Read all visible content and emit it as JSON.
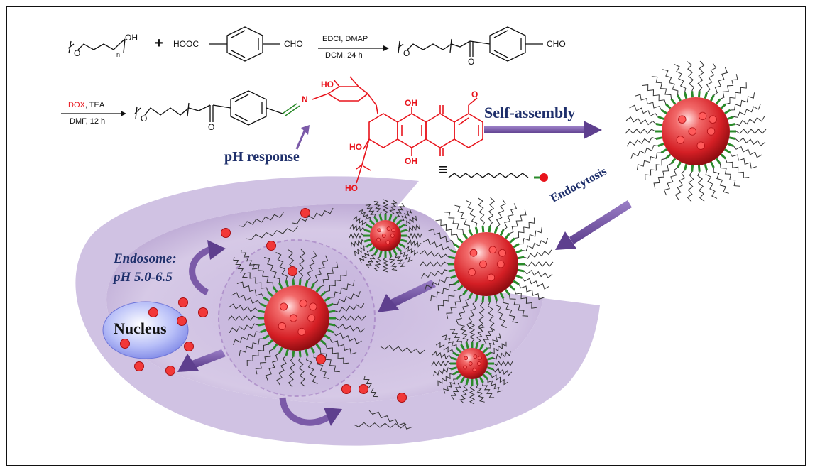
{
  "reaction1": {
    "peg_end_group": "OH",
    "peg_repeat": "n",
    "oxygen": "O",
    "plus": "+",
    "acid_group": "HOOC",
    "aldehyde_group": "CHO",
    "conditions_top": "EDCI, DMAP",
    "conditions_bottom": "DCM, 24 h",
    "product_ester_o": "O",
    "product_aldehyde": "CHO"
  },
  "reaction2": {
    "reagent_dox": "DOX",
    "reagent_rest": ", TEA",
    "conditions_bottom": "DMF, 12 h",
    "imine_n": "N",
    "ho_label": "HO",
    "oh_labels": [
      "OH",
      "OH",
      "HO",
      "HO"
    ],
    "methoxy_o": "O",
    "triple_equiv": "≡"
  },
  "labels": {
    "ph_response": "pH response",
    "self_assembly": "Self-assembly",
    "endocytosis": "Endocytosis",
    "endosome_line1": "Endosome:",
    "endosome_line2": "pH 5.0-6.5",
    "nucleus": "Nucleus"
  },
  "colors": {
    "dox_red": "#e8141c",
    "arrow_purple": "#7b5aa8",
    "cell_lavender": "#d9cde8",
    "label_navy": "#1e2f6b",
    "nucleus_blue": "#9fa8f0",
    "micelle_core": "#d8262b",
    "peg_green": "#2a8a2a"
  }
}
